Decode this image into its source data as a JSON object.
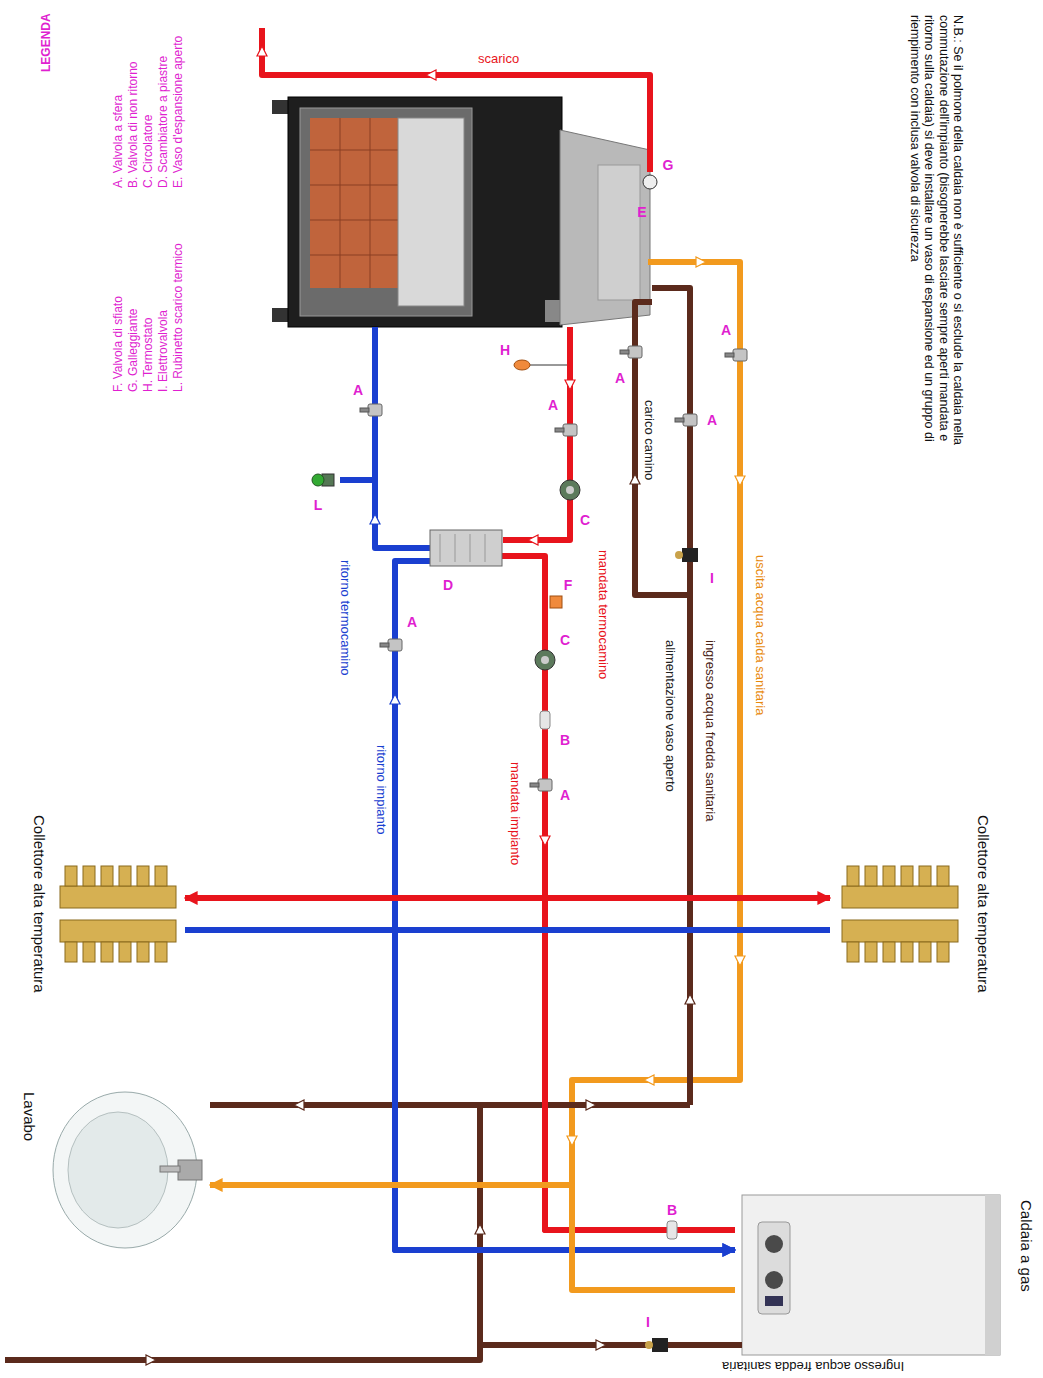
{
  "diagram": {
    "nodes": [
      {
        "text": [
          "Collettore alta temperatura"
        ]
      },
      {
        "text": [
          "Collettore alta temperatura"
        ]
      },
      {
        "text": [
          "Lavabo"
        ]
      },
      {
        "text": [
          "Caldaia a gas"
        ]
      }
    ],
    "edges": [
      {
        "from": 3,
        "to": 0,
        "arrow": "to"
      },
      {
        "from": 3,
        "to": 1,
        "arrow": "to"
      },
      {
        "from": 0,
        "to": 3,
        "arrow": "to"
      },
      {
        "from": 1,
        "to": 3,
        "arrow": "to"
      },
      {
        "from": 3,
        "to": 2,
        "arrow": "to"
      }
    ],
    "labels": [
      "N.B.: Se il polmone della caldaia non è sufficiente o si esclude la caldaia nella commutazione dell'impianto (bisognerebbe lasciare sempre aperti mandata e ritorno sulla caldaia) si deve installare un vaso di espansione ed un gruppo di riempimento con inclusa valvola di sicurezza",
      "LEGENDA",
      "scarico",
      "G",
      "E",
      "A",
      "A",
      "A",
      "H",
      "A",
      "A",
      "carico camino",
      "I",
      "C",
      "L",
      "ritorno termocamino",
      "mandata termocamino",
      "uscita acqua calda sanitaria",
      "ingresso acqua fredda sanitaria",
      "alimentazione vaso aperto",
      "D",
      "F",
      "C",
      "A",
      "B",
      "A",
      "mandata impianto",
      "ritorno impianto",
      "B",
      "I",
      "Ingresso acqua fredda sanitaria"
    ],
    "legend": [
      {
        "text": "A. Valvola a sfera"
      },
      {
        "text": "B. Valvola di non ritorno"
      },
      {
        "text": "C. Circolatore"
      },
      {
        "text": "D. Scambiatore a piastre"
      },
      {
        "text": "E. Vaso d'espansione aperto"
      },
      {
        "text": "F. Valvola di sfiato"
      },
      {
        "text": "G. Galleggiante"
      },
      {
        "text": "H. Termostato"
      },
      {
        "text": "I. Elettrovalvola"
      },
      {
        "text": "L. Rubinetto scarico termico"
      }
    ]
  }
}
